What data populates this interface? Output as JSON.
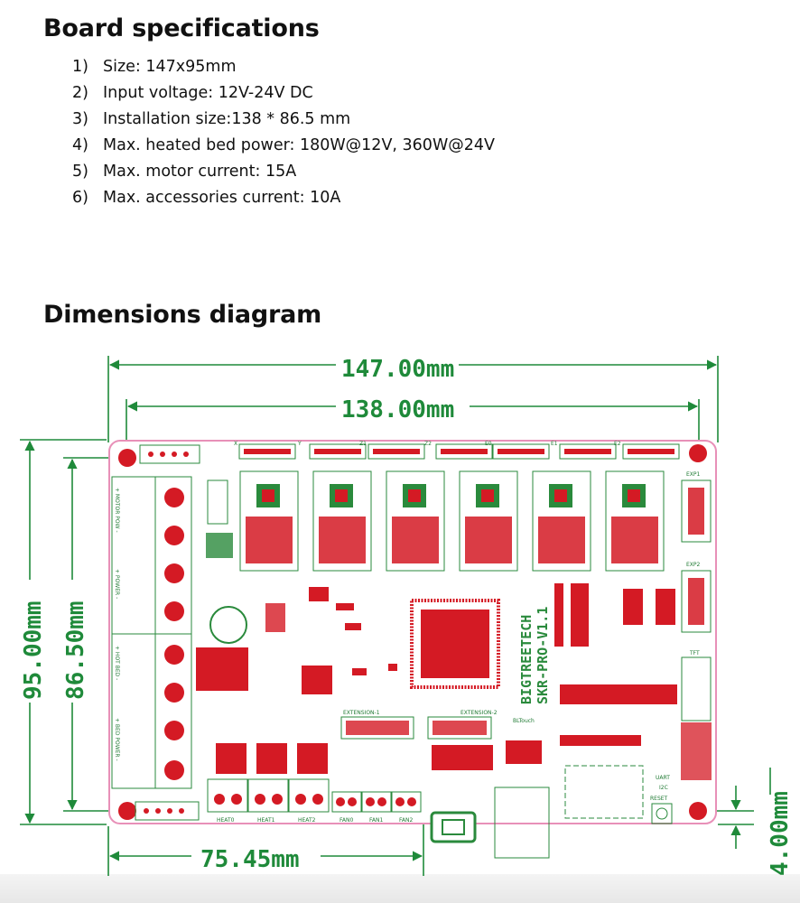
{
  "spec_section": {
    "title": "Board specifications",
    "items": [
      {
        "num": "1)",
        "text": "Size: 147x95mm"
      },
      {
        "num": "2)",
        "text": "Input voltage: 12V-24V DC"
      },
      {
        "num": "3)",
        "text": "Installation size:138 * 86.5 mm"
      },
      {
        "num": "4)",
        "text": "Max. heated bed power: 180W@12V, 360W@24V"
      },
      {
        "num": "5)",
        "text": "Max. motor current: 15A"
      },
      {
        "num": "6)",
        "text": "Max. accessories current: 10A"
      }
    ]
  },
  "diagram_section": {
    "title": "Dimensions diagram",
    "dimensions": {
      "width": "147.00mm",
      "install_width": "138.00mm",
      "height": "95.00mm",
      "install_height": "86.50mm",
      "offset": "75.45mm",
      "hole_margin": "4.00mm"
    },
    "board_labels": {
      "brand": "BIGTREETECH",
      "model": "SKR-PRO-V1.1",
      "motor_pow": "+ MOTOR POW -",
      "power": "+ POWER -",
      "hot_bed": "+ HOT BED -",
      "bed_power": "+ BED POWER -",
      "extension1": "EXTENSION-1",
      "extension2": "EXTENSION-2",
      "bltouch": "BLTouch",
      "exp1": "EXP1",
      "exp2": "EXP2",
      "tft": "TFT",
      "reset": "RESET",
      "heat0": "HEAT0",
      "heat1": "HEAT1",
      "heat2": "HEAT2",
      "fan0": "FAN0",
      "fan1": "FAN1",
      "fan2": "FAN2",
      "uart": "UART",
      "i2c": "I2C",
      "axis_x": "X",
      "axis_y": "Y",
      "axis_z1": "Z1",
      "axis_z2": "Z2",
      "axis_e0": "E0",
      "axis_e1": "E1",
      "axis_e2": "E2"
    },
    "colors": {
      "dimension": "#1f8a3a",
      "board_outline": "#e890b8",
      "component": "#d41a24",
      "silk": "#2a8a3c"
    }
  }
}
